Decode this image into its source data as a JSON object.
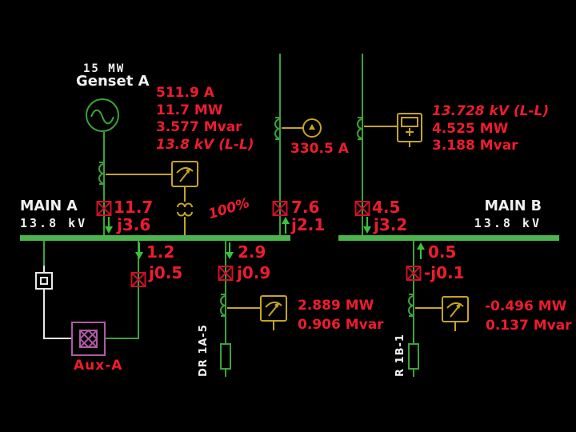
{
  "colors": {
    "value_red": "#ee1c2e",
    "breaker_red": "#cc1228",
    "line_green": "#3aa33a",
    "bus_green": "#4cb44c",
    "arrow_green": "#3cc13c",
    "device_yellow": "#c6a423",
    "label_white": "#f0f0f0",
    "aux_magenta": "#b05aa5"
  },
  "genset": {
    "rating": "15 MW",
    "name": "Genset A",
    "amps": "511.9 A",
    "mw": "11.7 MW",
    "mvar": "3.577 Mvar",
    "kv": "13.8 kV (L-L)"
  },
  "bus_a": {
    "name": "MAIN A",
    "voltage": "13.8 kV"
  },
  "bus_b": {
    "name": "MAIN B",
    "voltage": "13.8 kV"
  },
  "center_meter": {
    "amps": "330.5 A"
  },
  "right_meter": {
    "kv": "13.728 kV (L-L)",
    "mw": "4.525 MW",
    "mvar": "3.188 Mvar"
  },
  "transformer_loading": "100%",
  "flows": {
    "genset_p": "11.7",
    "genset_q": "j3.6",
    "tie_a_p": "7.6",
    "tie_a_q": "j2.1",
    "tie_b_p": "4.5",
    "tie_b_q": "j3.2",
    "aux_p": "1.2",
    "aux_q": "j0.5",
    "feeder_a_p": "2.9",
    "feeder_a_q": "j0.9",
    "feeder_b_p": "0.5",
    "feeder_b_q": "-j0.1"
  },
  "feeder_a": {
    "mw": "2.889 MW",
    "mvar": "0.906 Mvar",
    "label": "DR 1A-5"
  },
  "feeder_b": {
    "mw": "-0.496 MW",
    "mvar": "0.137 Mvar",
    "label": "R 1B-1"
  },
  "aux": {
    "label": "Aux-A"
  }
}
